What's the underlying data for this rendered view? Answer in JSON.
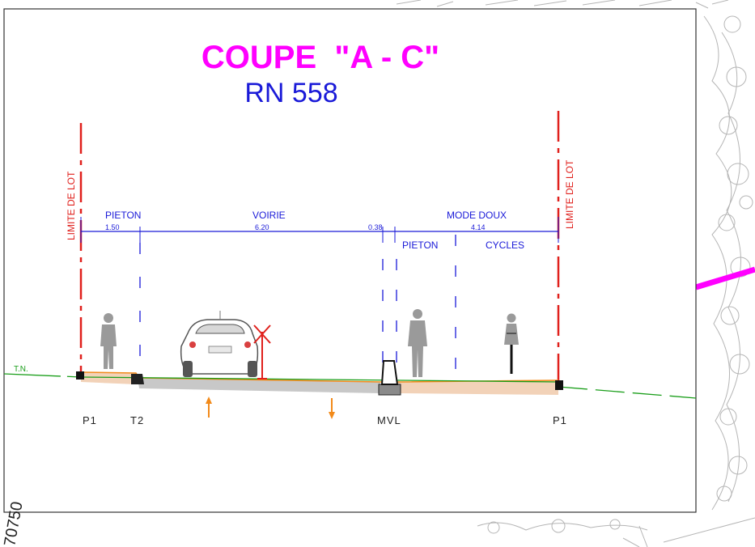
{
  "title": "COUPE  \"A - C\"",
  "subtitle": "RN 558",
  "colors": {
    "title": "#ff00ff",
    "subtitle": "#1a1ad8",
    "dimension": "#1a1ad8",
    "limit": "#e0201c",
    "terrain": "#1a9e1a",
    "sidewalk": "#f2d2b8",
    "road": "#c8c8c8",
    "highlight": "#ff00ff"
  },
  "limit_label_left": "LIMITE DE LOT",
  "limit_label_right": "LIMITE DE LOT",
  "terrain_label": "T.N.",
  "zones": {
    "pieton_left": {
      "label": "PIETON",
      "width": "1.50"
    },
    "voirie": {
      "label": "VOIRIE",
      "width": "6.20"
    },
    "separator": {
      "width": "0.38"
    },
    "mode_doux": {
      "label": "MODE DOUX",
      "width": "4.14"
    },
    "pieton_right": {
      "label": "PIETON"
    },
    "cycles": {
      "label": "CYCLES"
    }
  },
  "points": {
    "p1_left": "P1",
    "t2": "T2",
    "mvl": "MVL",
    "p1_right": "P1"
  },
  "side_number": "70750",
  "icons": [
    "pedestrian-icon",
    "car-icon",
    "traffic-sign-icon",
    "cyclist-icon",
    "arrow-up-icon",
    "arrow-down-icon"
  ]
}
